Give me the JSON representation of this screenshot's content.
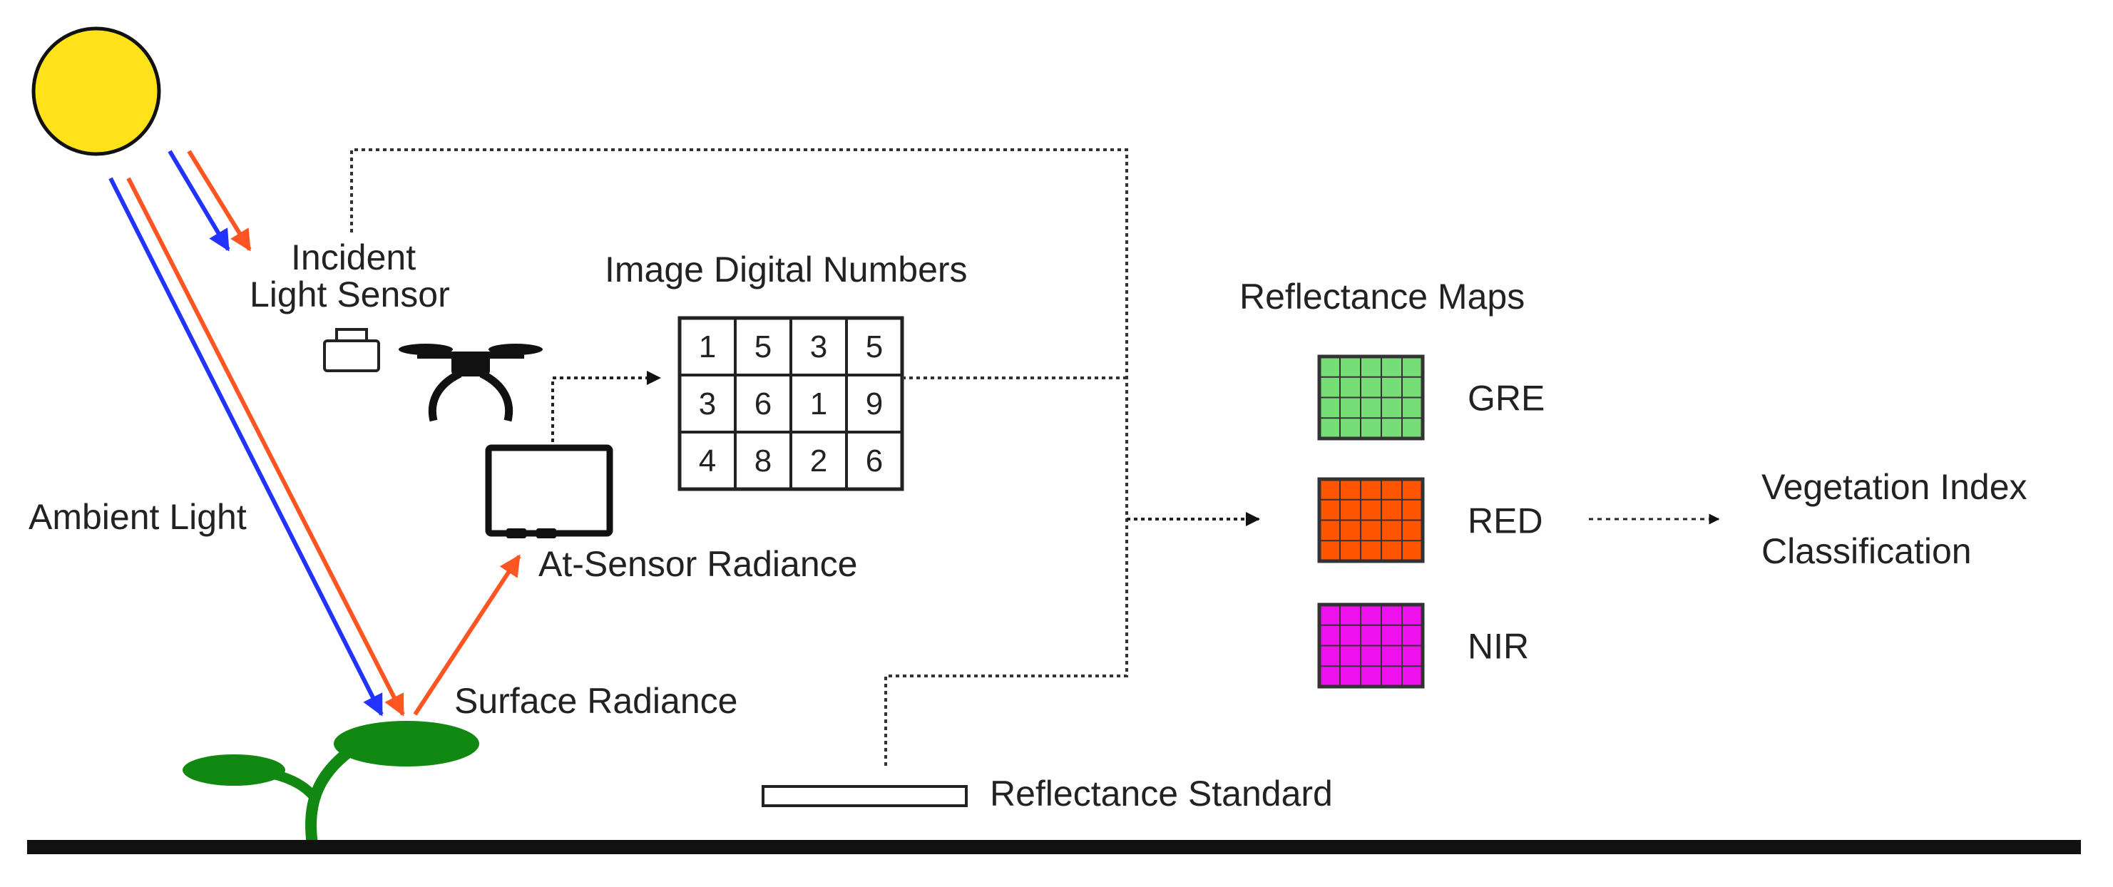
{
  "labels": {
    "incident_line1": "Incident",
    "incident_line2": "Light Sensor",
    "image_digital_numbers": "Image Digital Numbers",
    "ambient_light": "Ambient Light",
    "at_sensor_radiance": "At-Sensor Radiance",
    "surface_radiance": "Surface Radiance",
    "reflectance_standard": "Reflectance Standard",
    "reflectance_maps": "Reflectance Maps",
    "vegetation_index": "Vegetation Index",
    "classification": "Classification"
  },
  "grid": [
    [
      "1",
      "5",
      "3",
      "5"
    ],
    [
      "3",
      "6",
      "1",
      "9"
    ],
    [
      "4",
      "8",
      "2",
      "6"
    ]
  ],
  "maps": [
    {
      "name": "GRE",
      "color": "#77dd77"
    },
    {
      "name": "RED",
      "color": "#ff5500"
    },
    {
      "name": "NIR",
      "color": "#ee11ee"
    }
  ],
  "colors": {
    "sun": "#ffe21a",
    "blue_light": "#2233ff",
    "red_light": "#ff5522",
    "plant": "#118811",
    "ground": "#111111"
  },
  "icons": [
    "sun-icon",
    "incident-light-sensor-icon",
    "drone-icon",
    "camera-sensor-icon",
    "plant-icon",
    "reflectance-standard-panel"
  ]
}
